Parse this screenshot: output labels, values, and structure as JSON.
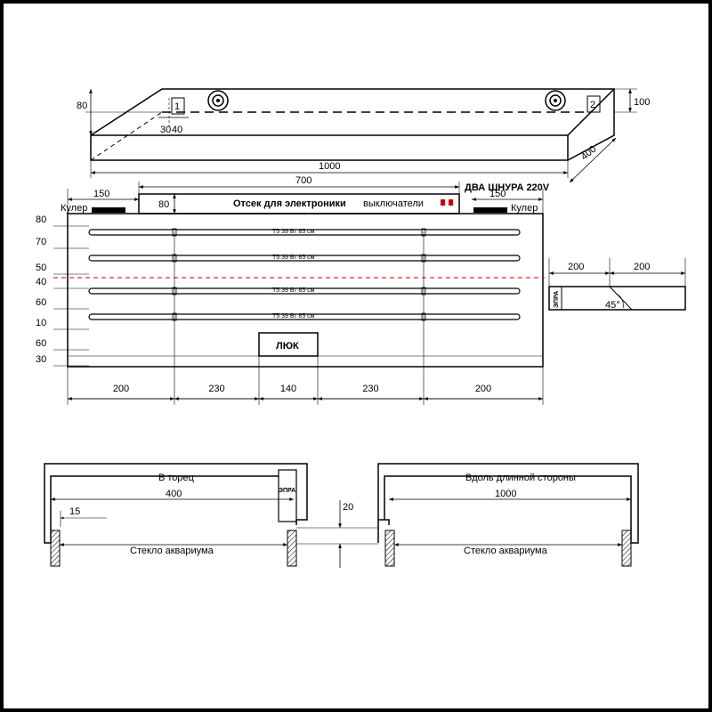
{
  "iso_view": {
    "dim_height_left": "80",
    "dim_height_right": "100",
    "dim_30": "30",
    "dim_40": "40",
    "marker_1": "1",
    "marker_2": "2",
    "dim_length": "1000",
    "dim_depth": "400"
  },
  "top_view": {
    "dim_compartment_len": "700",
    "dim_cooler_left_w": "150",
    "dim_cooler_right_w": "150",
    "cooler_left_label": "Кулер",
    "cooler_right_label": "Кулер",
    "compartment_label": "Отсек для электроники",
    "compartment_depth": "80",
    "switches_label": "выключатели",
    "two_cords_label": "ДВА ШНУРА 220V",
    "row_labels": [
      "80",
      "70",
      "50",
      "40",
      "60",
      "10",
      "60",
      "30"
    ],
    "lamp_label": "T5 39 Вт 85 см",
    "hatch_label": "ЛЮК",
    "bottom_dims": [
      "200",
      "230",
      "140",
      "230",
      "200"
    ],
    "accent_color": "#cc0000"
  },
  "side_detail": {
    "dim_left": "200",
    "dim_right": "200",
    "epra_label": "ЭПРА",
    "angle_label": "45°"
  },
  "section_left": {
    "title": "В торец",
    "dim_width": "400",
    "epra_label": "ЭПРА",
    "dim_gap": "15",
    "glass_label": "Стекло аквариума"
  },
  "section_right": {
    "title": "Вдоль длинной стороны",
    "dim_width": "1000",
    "glass_label": "Стекло аквариума"
  },
  "dim_20": "20"
}
